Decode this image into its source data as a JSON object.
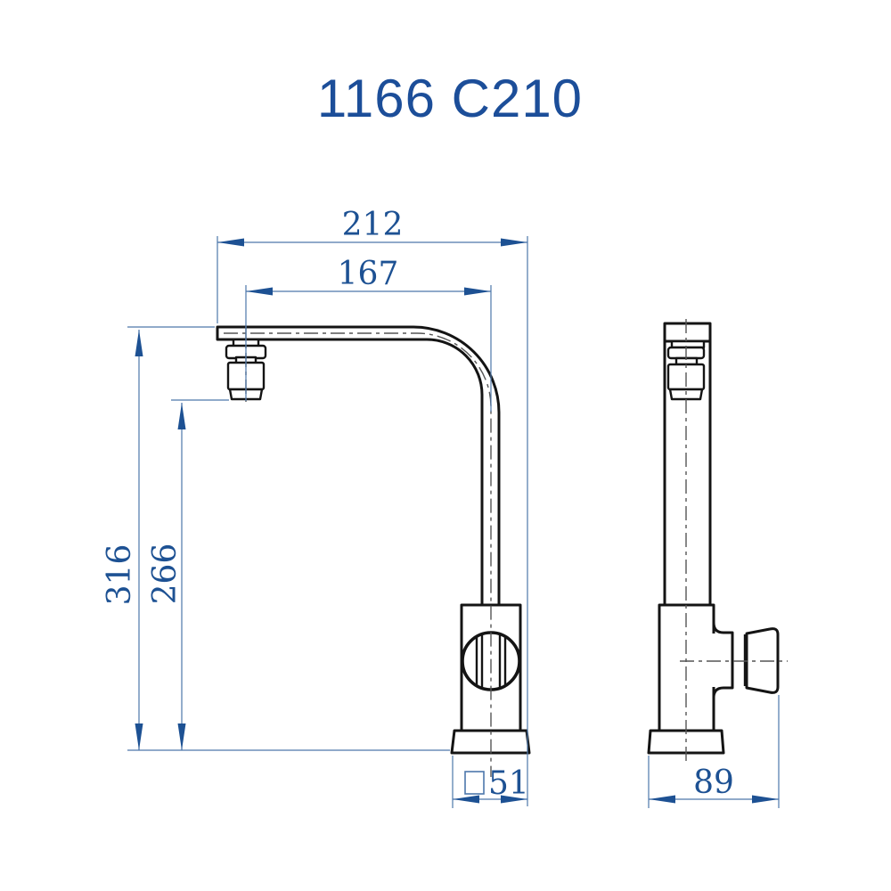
{
  "title": "1166 C210",
  "dimensions": {
    "overall_reach": "212",
    "spout_reach": "167",
    "overall_height": "316",
    "outlet_height": "266",
    "base_width": "51",
    "base_width_prefix": "□",
    "base_depth": "89"
  },
  "colors": {
    "title": "#1c4e99",
    "dim-text": "#1d5193",
    "dim-line": "#4d77ab",
    "outline": "#141414",
    "centerline": "#555555",
    "background": "#ffffff"
  }
}
